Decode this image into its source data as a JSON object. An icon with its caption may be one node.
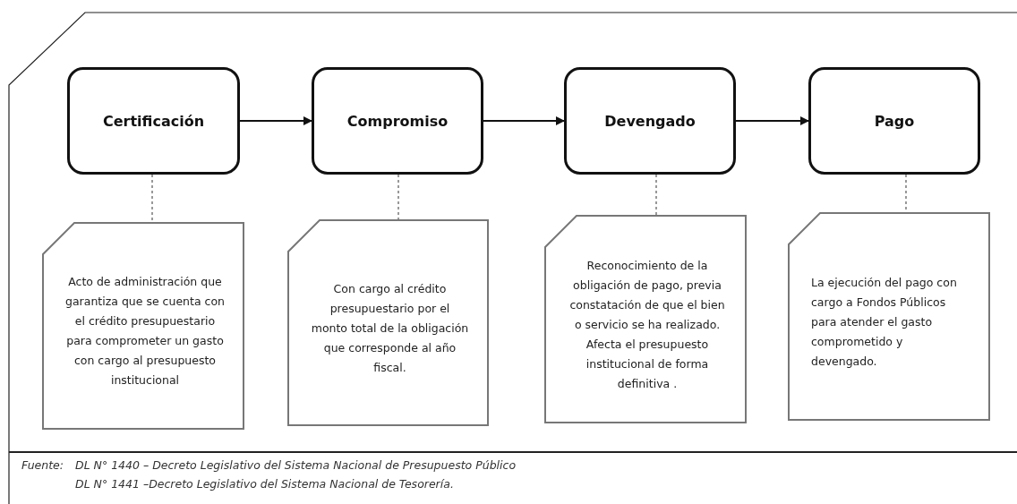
{
  "diagram": {
    "nodes": [
      {
        "text": [
          "Certificación"
        ]
      },
      {
        "text": [
          "Compromiso"
        ]
      },
      {
        "text": [
          "Devengado"
        ]
      },
      {
        "text": [
          "Pago"
        ]
      },
      {
        "text": [
          "Acto de administración que garantiza que se cuenta con el crédito presupuestario para comprometer un gasto con cargo al presupuesto institucional"
        ]
      },
      {
        "text": [
          "Con cargo al crédito presupuestario por el monto total de la obligación que corresponde al año fiscal."
        ]
      },
      {
        "text": [
          "Reconocimiento de la obligación de pago, previa constatación de que el bien o servicio se ha realizado. Afecta el presupuesto institucional de forma definitiva ."
        ]
      },
      {
        "text": [
          "La ejecución del pago con cargo a Fondos Públicos para atender el gasto comprometido y devengado."
        ]
      }
    ],
    "edges": [
      {
        "from": 0,
        "to": 1,
        "arrow": "to",
        "color": "#111111"
      },
      {
        "from": 1,
        "to": 2,
        "arrow": "to",
        "color": "#111111"
      },
      {
        "from": 2,
        "to": 3,
        "arrow": "to",
        "color": "#111111"
      },
      {
        "from": 0,
        "to": 4,
        "arrow": "none",
        "style": "dashed",
        "color": "#999999"
      },
      {
        "from": 1,
        "to": 5,
        "arrow": "none",
        "style": "dashed",
        "color": "#999999"
      },
      {
        "from": 2,
        "to": 6,
        "arrow": "none",
        "style": "dashed",
        "color": "#999999"
      },
      {
        "from": 3,
        "to": 7,
        "arrow": "none",
        "style": "dashed",
        "color": "#999999"
      }
    ],
    "labels": [
      "Fuente:",
      "DL N° 1440 – Decreto Legislativo del Sistema Nacional de Presupuesto Público",
      "DL N° 1441 –Decreto Legislativo del Sistema Nacional de Tesorería."
    ]
  }
}
